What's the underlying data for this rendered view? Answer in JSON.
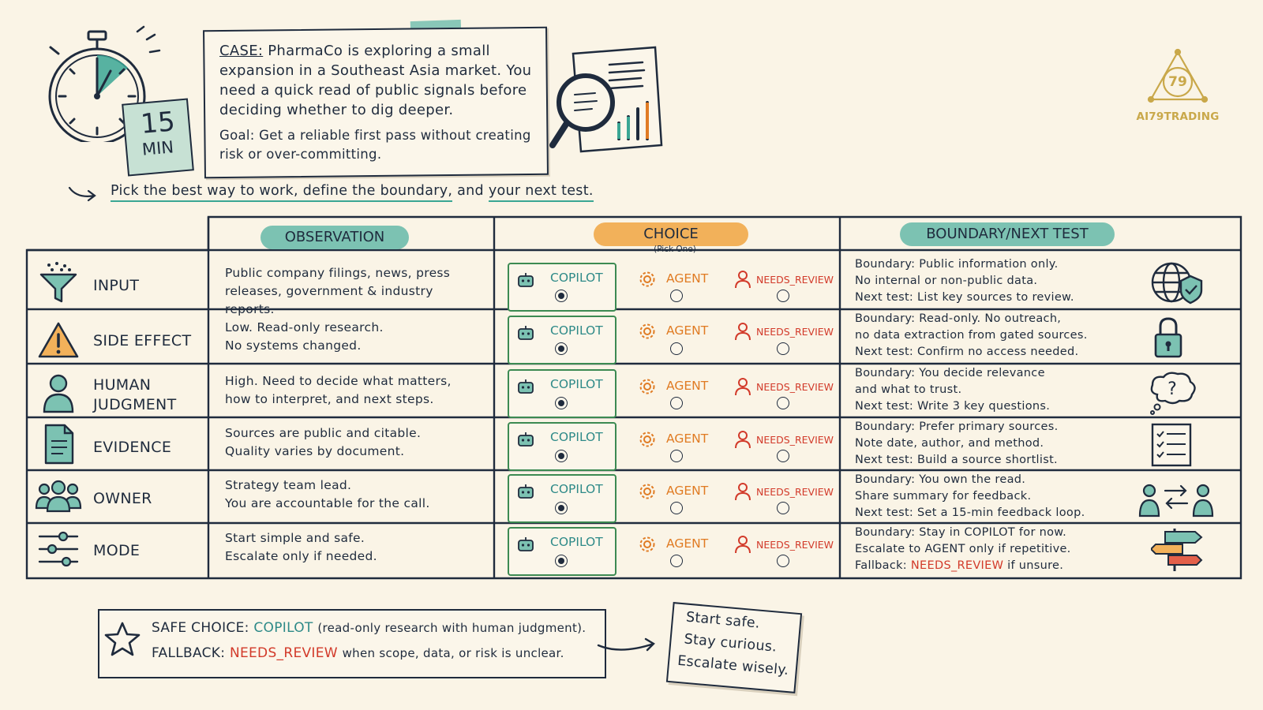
{
  "case": {
    "label": "CASE:",
    "text": " PharmaCo is exploring a small expansion in a Southeast Asia market. You need a quick read of public signals before deciding whether to dig deeper.",
    "goal": "Goal: Get a reliable first pass without creating risk or over-committing."
  },
  "timer": {
    "number": "15",
    "unit": "MIN"
  },
  "prompt": {
    "part1": "Pick the best way to work, define the boundary,",
    "part2": " and ",
    "part3": "your next test."
  },
  "headers": {
    "observation": "OBSERVATION",
    "choice": "CHOICE",
    "choice_sub": "(Pick One)",
    "boundary": "BOUNDARY/NEXT TEST"
  },
  "options": {
    "copilot": "COPILOT",
    "agent": "AGENT",
    "needs_review": "NEEDS_REVIEW"
  },
  "rows": [
    {
      "label": "INPUT",
      "observation": [
        "Public company filings, news, press",
        "releases, government & industry reports."
      ],
      "selected": "COPILOT",
      "boundary": [
        "Boundary: Public information only.",
        "No internal or non-public data.",
        "Next test: List key sources to review."
      ]
    },
    {
      "label": "SIDE EFFECT",
      "observation": [
        "Low. Read-only research.",
        "No systems changed."
      ],
      "selected": "COPILOT",
      "boundary": [
        "Boundary: Read-only. No outreach,",
        "no data extraction from gated sources.",
        "Next test: Confirm no access needed."
      ]
    },
    {
      "label": "HUMAN\nJUDGMENT",
      "label_line1": "HUMAN",
      "label_line2": "JUDGMENT",
      "observation": [
        "High. Need to decide what matters,",
        "how to interpret, and next steps."
      ],
      "selected": "COPILOT",
      "boundary": [
        "Boundary: You decide relevance",
        "and what to trust.",
        "Next test: Write 3 key questions."
      ]
    },
    {
      "label": "EVIDENCE",
      "observation": [
        "Sources are public and citable.",
        "Quality varies by document."
      ],
      "selected": "COPILOT",
      "boundary": [
        "Boundary: Prefer primary sources.",
        "Note date, author, and method.",
        "Next test: Build a source shortlist."
      ]
    },
    {
      "label": "OWNER",
      "observation": [
        "Strategy team lead.",
        "You are accountable for the call."
      ],
      "selected": "COPILOT",
      "boundary": [
        "Boundary: You own the read.",
        "Share summary for feedback.",
        "Next test: Set a 15-min feedback loop."
      ]
    },
    {
      "label": "MODE",
      "observation": [
        "Start simple and safe.",
        "Escalate only if needed."
      ],
      "selected": "COPILOT",
      "boundary": [
        "Boundary: Stay in COPILOT for now.",
        "Escalate to AGENT only if repetitive."
      ],
      "fallback_prefix": "Fallback: ",
      "fallback_value": "NEEDS_REVIEW",
      "fallback_suffix": " if unsure."
    }
  ],
  "summary": {
    "safe_label": "SAFE CHOICE:",
    "safe_value": "COPILOT",
    "safe_note": "(read-only research with human judgment).",
    "fallback_label": "FALLBACK:",
    "fallback_value": "NEEDS_REVIEW",
    "fallback_note": "when scope, data, or risk is unclear."
  },
  "note": [
    "Start safe.",
    "Stay curious.",
    "Escalate wisely."
  ],
  "logo": {
    "text": "AI79TRADING",
    "mark": "79"
  },
  "colors": {
    "teal": "#7cc2b2",
    "orange": "#f2b15a",
    "red": "#d23a2a",
    "green": "#3c8a52",
    "ink": "#1f2b3d",
    "gold": "#c9a84a"
  }
}
